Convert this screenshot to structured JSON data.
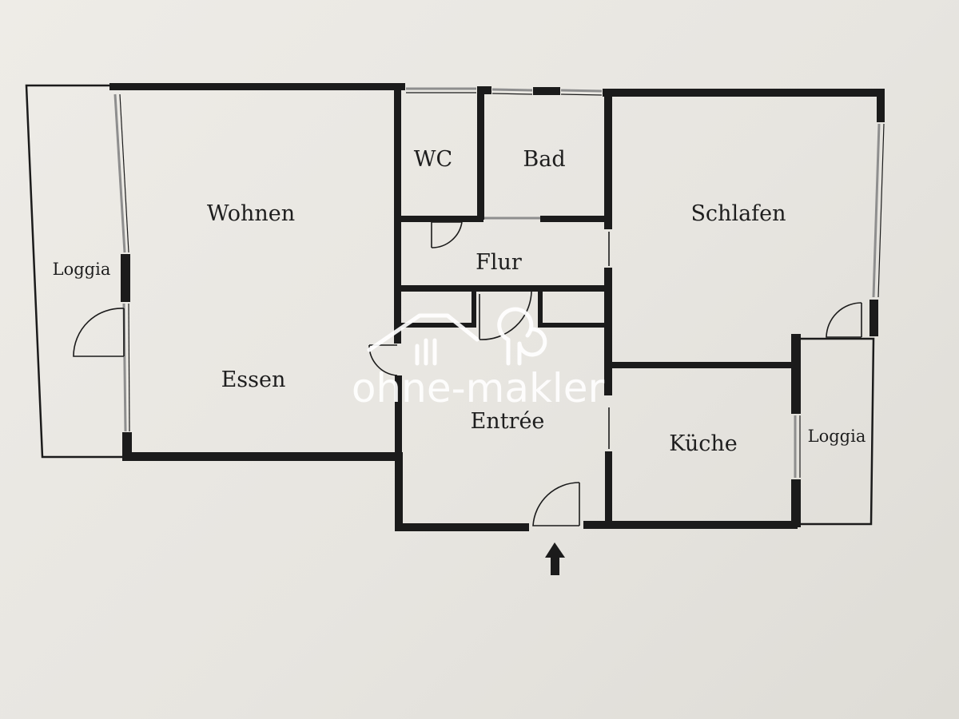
{
  "rooms": {
    "wohnen": "Wohnen",
    "essen": "Essen",
    "loggia_left": "Loggia",
    "wc": "WC",
    "bad": "Bad",
    "flur": "Flur",
    "entree": "Entrée",
    "schlafen": "Schlafen",
    "kueche": "Küche",
    "loggia_right": "Loggia"
  },
  "watermark": {
    "text": "ohne-makler",
    "color": "#ffffff"
  },
  "colors": {
    "wall": "#1b1b1b",
    "window": "#8e8e8e",
    "paper": "#e9e7e2"
  }
}
